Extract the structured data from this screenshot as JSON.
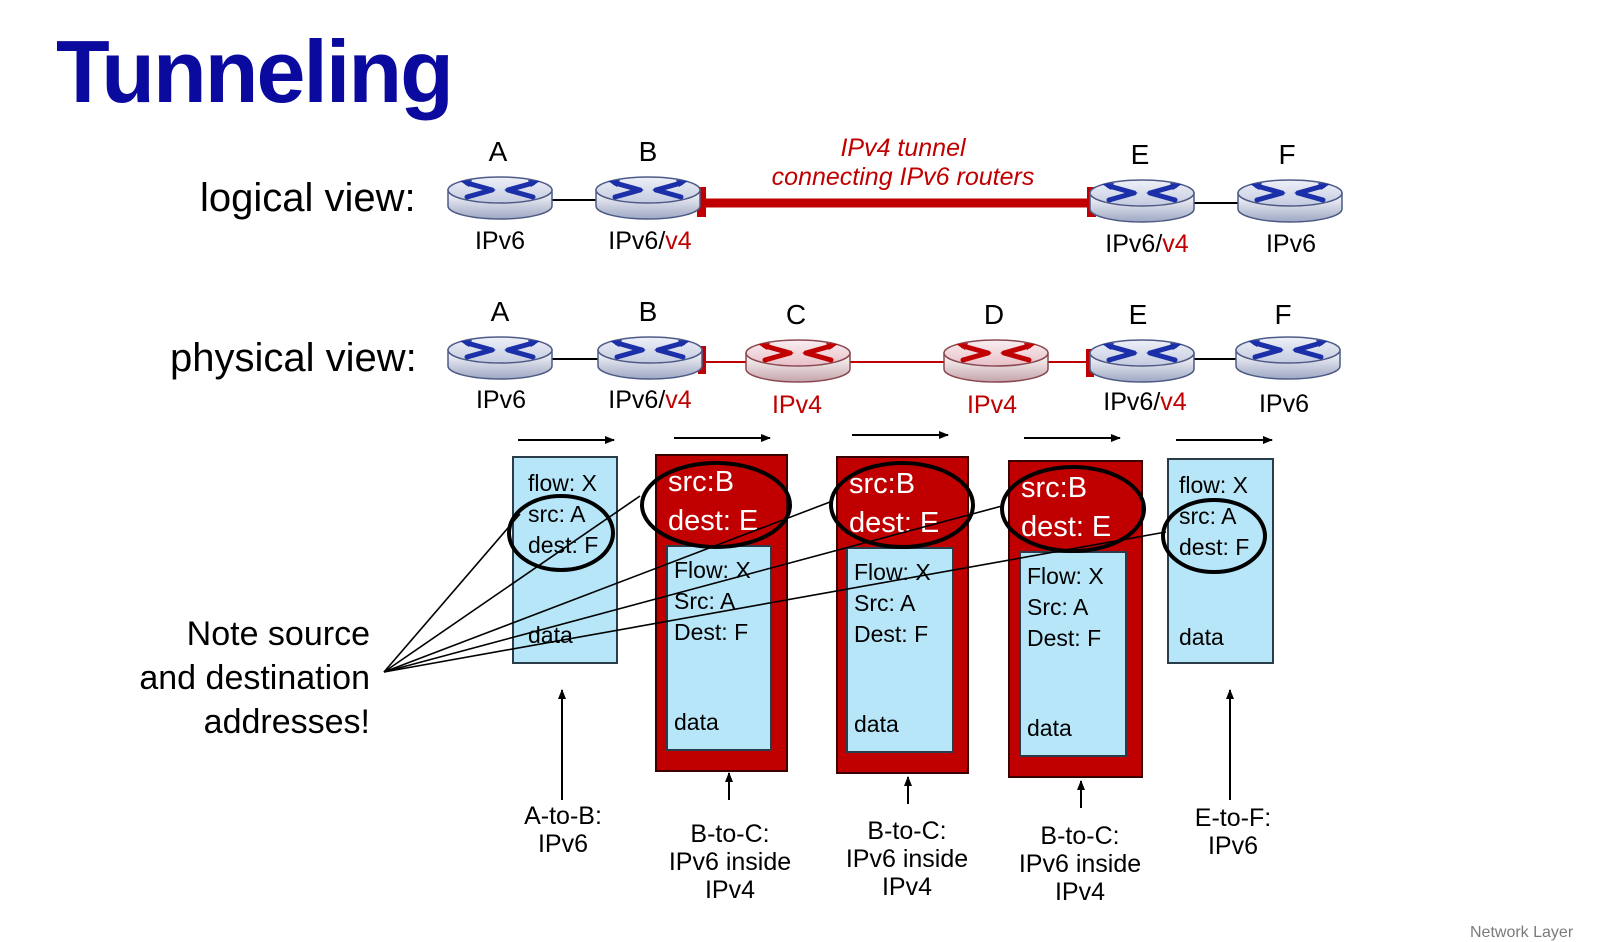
{
  "title": "Tunneling",
  "logical": {
    "label": "logical view:",
    "nodes": [
      {
        "name": "A",
        "type_main": "IPv6",
        "type_suffix": ""
      },
      {
        "name": "B",
        "type_main": "IPv6/",
        "type_suffix": "v4"
      },
      {
        "name": "E",
        "type_main": "IPv6/",
        "type_suffix": "v4"
      },
      {
        "name": "F",
        "type_main": "IPv6",
        "type_suffix": ""
      }
    ],
    "tunnel_line1": "IPv4 tunnel",
    "tunnel_line2": "connecting IPv6 routers"
  },
  "physical": {
    "label": "physical view:",
    "nodes": [
      {
        "name": "A",
        "type_main": "IPv6",
        "type_suffix": ""
      },
      {
        "name": "B",
        "type_main": "IPv6/",
        "type_suffix": "v4"
      },
      {
        "name": "C",
        "type_main": "",
        "type_suffix": "IPv4"
      },
      {
        "name": "D",
        "type_main": "",
        "type_suffix": "IPv4"
      },
      {
        "name": "E",
        "type_main": "IPv6/",
        "type_suffix": "v4"
      },
      {
        "name": "F",
        "type_main": "IPv6",
        "type_suffix": ""
      }
    ]
  },
  "packets": [
    {
      "kind": "ipv6",
      "flow": "flow: X",
      "src": "src: A",
      "dest": "dest: F",
      "data": "data",
      "caption_line1": "A-to-B:",
      "caption_line2": "IPv6",
      "caption_line3": ""
    },
    {
      "kind": "tunnel",
      "outer_src": "src:B",
      "outer_dest": "dest: E",
      "flow": "Flow: X",
      "src": "Src: A",
      "dest": "Dest: F",
      "data": "data",
      "caption_line1": "B-to-C:",
      "caption_line2": "IPv6 inside",
      "caption_line3": "IPv4"
    },
    {
      "kind": "tunnel",
      "outer_src": "src:B",
      "outer_dest": "dest: E",
      "flow": "Flow: X",
      "src": "Src: A",
      "dest": "Dest: F",
      "data": "data",
      "caption_line1": "B-to-C:",
      "caption_line2": "IPv6 inside",
      "caption_line3": "IPv4"
    },
    {
      "kind": "tunnel",
      "outer_src": "src:B",
      "outer_dest": "dest: E",
      "flow": "Flow: X",
      "src": "Src: A",
      "dest": "Dest: F",
      "data": "data",
      "caption_line1": "B-to-C:",
      "caption_line2": "IPv6 inside",
      "caption_line3": "IPv4"
    },
    {
      "kind": "ipv6",
      "flow": "flow: X",
      "src": "src: A",
      "dest": "dest: F",
      "data": "data",
      "caption_line1": "E-to-F:",
      "caption_line2": "IPv6",
      "caption_line3": ""
    }
  ],
  "note": {
    "line1": "Note source",
    "line2": "and destination",
    "line3": "addresses!"
  },
  "footer": "Network Layer",
  "colors": {
    "title": "#0a0a9e",
    "ipv4": "#c00000",
    "packet_fill": "#b6e6f8",
    "router_ipv6": "#1a2fa8",
    "router_ipv4": "#c00000"
  },
  "icons": {
    "router": "router-icon"
  }
}
